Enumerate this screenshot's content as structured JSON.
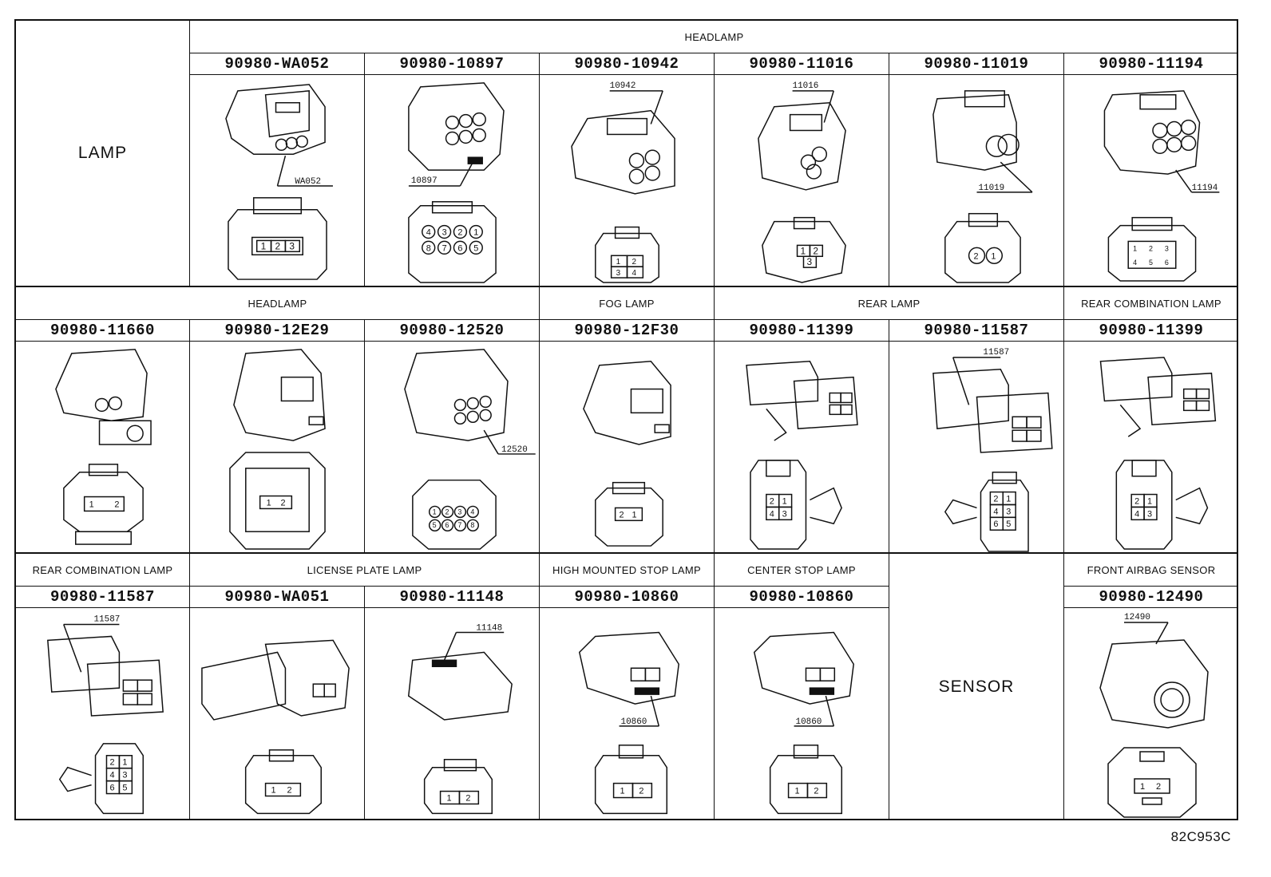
{
  "sections": {
    "lamp": "LAMP",
    "sensor": "SENSOR"
  },
  "row1": {
    "category": "HEADLAMP",
    "parts": [
      {
        "pn": "90980-WA052",
        "tag": "WA052",
        "pins": [
          "1",
          "2",
          "3"
        ]
      },
      {
        "pn": "90980-10897",
        "tag": "10897",
        "pins": [
          "4",
          "3",
          "2",
          "1",
          "8",
          "7",
          "6",
          "5"
        ]
      },
      {
        "pn": "90980-10942",
        "tag": "10942",
        "pins": [
          "1",
          "2",
          "3",
          "4"
        ]
      },
      {
        "pn": "90980-11016",
        "tag": "11016",
        "pins": [
          "1",
          "2",
          "3"
        ]
      },
      {
        "pn": "90980-11019",
        "tag": "11019",
        "pins": [
          "2",
          "1"
        ]
      },
      {
        "pn": "90980-11194",
        "tag": "11194",
        "pins": [
          "1",
          "2",
          "3",
          "4",
          "5",
          "6"
        ]
      }
    ]
  },
  "row2": {
    "categories": [
      "HEADLAMP",
      "FOG LAMP",
      "REAR LAMP",
      "REAR COMBINATION LAMP"
    ],
    "parts": [
      {
        "pn": "90980-11660",
        "tag": "",
        "pins": [
          "1",
          "2"
        ]
      },
      {
        "pn": "90980-12E29",
        "tag": "",
        "pins": [
          "1",
          "2"
        ]
      },
      {
        "pn": "90980-12520",
        "tag": "12520",
        "pins": [
          "1",
          "2",
          "3",
          "4",
          "5",
          "6",
          "7",
          "8"
        ]
      },
      {
        "pn": "90980-12F30",
        "tag": "",
        "pins": [
          "2",
          "1"
        ]
      },
      {
        "pn": "90980-11399",
        "tag": "",
        "pins": [
          "2",
          "1",
          "4",
          "3"
        ]
      },
      {
        "pn": "90980-11587",
        "tag": "11587",
        "pins": [
          "2",
          "1",
          "4",
          "3",
          "6",
          "5"
        ]
      },
      {
        "pn": "90980-11399",
        "tag": "",
        "pins": [
          "2",
          "1",
          "4",
          "3"
        ]
      }
    ]
  },
  "row3": {
    "categories": [
      "REAR COMBINATION LAMP",
      "LICENSE PLATE LAMP",
      "HIGH MOUNTED STOP LAMP",
      "CENTER STOP LAMP",
      "FRONT AIRBAG SENSOR"
    ],
    "parts": [
      {
        "pn": "90980-11587",
        "tag": "11587",
        "pins": [
          "2",
          "1",
          "4",
          "3",
          "6",
          "5"
        ]
      },
      {
        "pn": "90980-WA051",
        "tag": "",
        "pins": [
          "1",
          "2"
        ]
      },
      {
        "pn": "90980-11148",
        "tag": "11148",
        "pins": [
          "1",
          "2"
        ]
      },
      {
        "pn": "90980-10860",
        "tag": "10860",
        "pins": [
          "1",
          "2"
        ]
      },
      {
        "pn": "90980-10860",
        "tag": "10860",
        "pins": [
          "1",
          "2"
        ]
      },
      {
        "pn": "90980-12490",
        "tag": "12490",
        "pins": [
          "1",
          "2"
        ]
      }
    ]
  },
  "figure_code": "82C953C"
}
